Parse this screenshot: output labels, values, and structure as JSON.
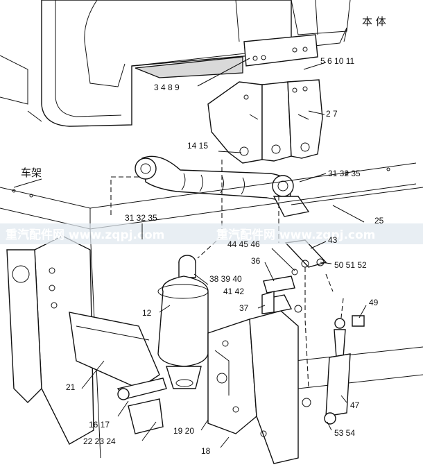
{
  "labels": {
    "body": "本 体",
    "frame": "车架",
    "l_5_6_10_11": "5 6 10 11",
    "l_3_4_8_9": "3 4 8 9",
    "l_2_7": "2 7",
    "l_14_15": "14 15",
    "l_31_32_35_right": "31 32 35",
    "l_31_32_35_left": "31 32 35",
    "l_25": "25",
    "l_43": "43",
    "l_44_45_46": "44 45 46",
    "l_50_51_52": "50 51 52",
    "l_36": "36",
    "l_38_39_40": "38 39 40",
    "l_41_42": "41 42",
    "l_37": "37",
    "l_12": "12",
    "l_49": "49",
    "l_21": "21",
    "l_47": "47",
    "l_16_17": "16 17",
    "l_22_23_24": "22 23 24",
    "l_19_20": "19 20",
    "l_53_54": "53 54",
    "l_18": "18"
  },
  "watermark": {
    "left": "重汽配件网 www.zqpj.com",
    "right": "重汽配件网 www.zqpj.com"
  }
}
